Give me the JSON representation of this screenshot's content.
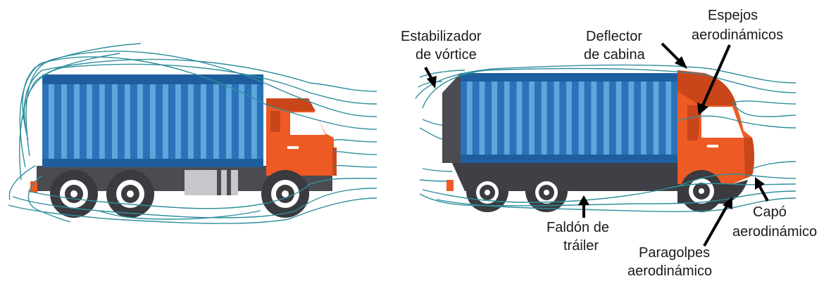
{
  "colors": {
    "container": "#2b73b8",
    "container_rib_light": "#5ea6dc",
    "container_rib_dark": "#1f5e9e",
    "cab": "#ee5a24",
    "cab_dark": "#c9461a",
    "chassis": "#4b4b52",
    "tire": "#3a3a3f",
    "rim": "#ffffff",
    "flow": "#2f8f9d",
    "arrow": "#000000"
  },
  "labels": {
    "vortex_stabilizer": [
      "Estabilizador",
      "de vórtice"
    ],
    "cab_deflector": [
      "Deflector",
      "de cabina"
    ],
    "aero_mirrors": [
      "Espejos",
      "aerodinámicos"
    ],
    "trailer_skirt": [
      "Faldón de",
      "tráiler"
    ],
    "aero_hood": [
      "Capó",
      "aerodinámico"
    ],
    "aero_bumper": [
      "Paragolpes",
      "aerodinámico"
    ]
  }
}
